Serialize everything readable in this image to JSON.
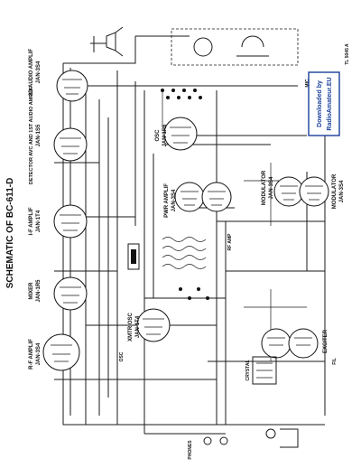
{
  "title": "SCHEMATIC OF BC-611-D",
  "tubes": [
    {
      "function": "R-F AMPLIF",
      "type": "JAN-3S4"
    },
    {
      "function": "MIXER",
      "type": "JAN-1R5"
    },
    {
      "function": "I-F AMPLIF",
      "type": "JAN-1T4"
    },
    {
      "function": "DETECTOR AVC AND 1ST AUDIO AMPLIF",
      "type": "JAN-1S5"
    },
    {
      "function": "2D AUDIO AMPLIF",
      "type": "JAN-3S4"
    },
    {
      "function": "OSC",
      "type": "JAN-1R5"
    },
    {
      "function": "PWR AMPLIF",
      "type": "JAN-3S4"
    },
    {
      "function": "MODULATOR",
      "type": "JAN-3S4"
    },
    {
      "function": "MODULATOR",
      "type": "JAN-3S4"
    },
    {
      "function": "XMTR OSC",
      "type": "JAN-1T4"
    }
  ],
  "labels": {
    "osc_local": "OSC",
    "crystal": "CRYSTAL",
    "exciter": "EXCITER",
    "rf_amp_label": "RF AMP",
    "fil_label": "FIL",
    "phones": "PHONES",
    "mic": "MIC"
  },
  "watermark": [
    "Downloaded by",
    "RadioAmateur.EU"
  ],
  "figure_id": "TL 5045 A"
}
